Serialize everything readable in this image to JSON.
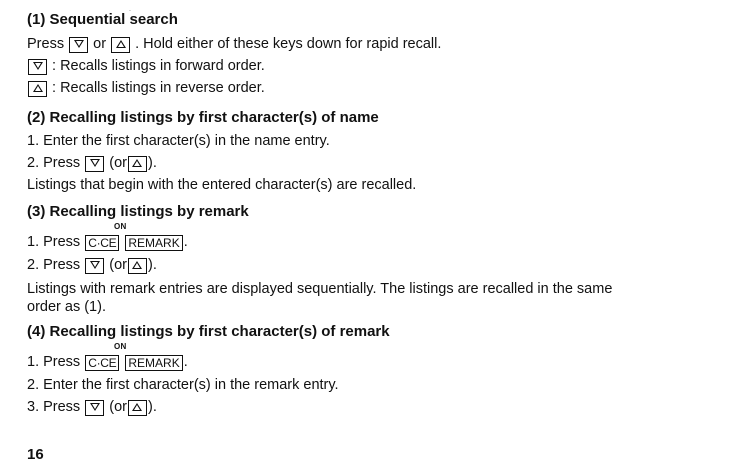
{
  "s1": {
    "heading": "(1)  Sequential  search",
    "press": "Press",
    "or": "or",
    "hold": ". Hold either of these keys down for rapid recall.",
    "down_desc": ": Recalls listings in forward order.",
    "up_desc": ": Recalls listings in reverse order."
  },
  "s2": {
    "heading": "(2)  Recalling  listings  by  first  character(s)  of  name",
    "step1": "1.  Enter the first character(s) in the name entry.",
    "step2_pre": "2.  Press",
    "or_open": "(or",
    "close": ").",
    "result": "Listings that begin with the entered character(s) are recalled."
  },
  "s3": {
    "heading": "(3)  Recalling  listings  by  remark",
    "on_label": "ON",
    "step1_pre": "1.  Press",
    "cce_key": "C·CE",
    "remark_key": "REMARK",
    "period": ".",
    "step2_pre": "2.  Press",
    "or_open": "(or",
    "close": ").",
    "result_line1": "Listings with remark entries are displayed sequentially. The listings are recalled in the same",
    "result_line2": "order as (1)."
  },
  "s4": {
    "heading": "(4)  Recalling  listings  by  first  character(s)  of  remark",
    "on_label": "ON",
    "step1_pre": "1.  Press",
    "cce_key": "C·CE",
    "remark_key": "REMARK",
    "period": ".",
    "step2": "2.  Enter the first character(s) in the remark entry.",
    "step3_pre": "3.  Press",
    "or_open": "(or",
    "close": ")."
  },
  "page_number": "16",
  "icons": {
    "down": "triangle-down-key-icon",
    "up": "triangle-up-key-icon"
  }
}
